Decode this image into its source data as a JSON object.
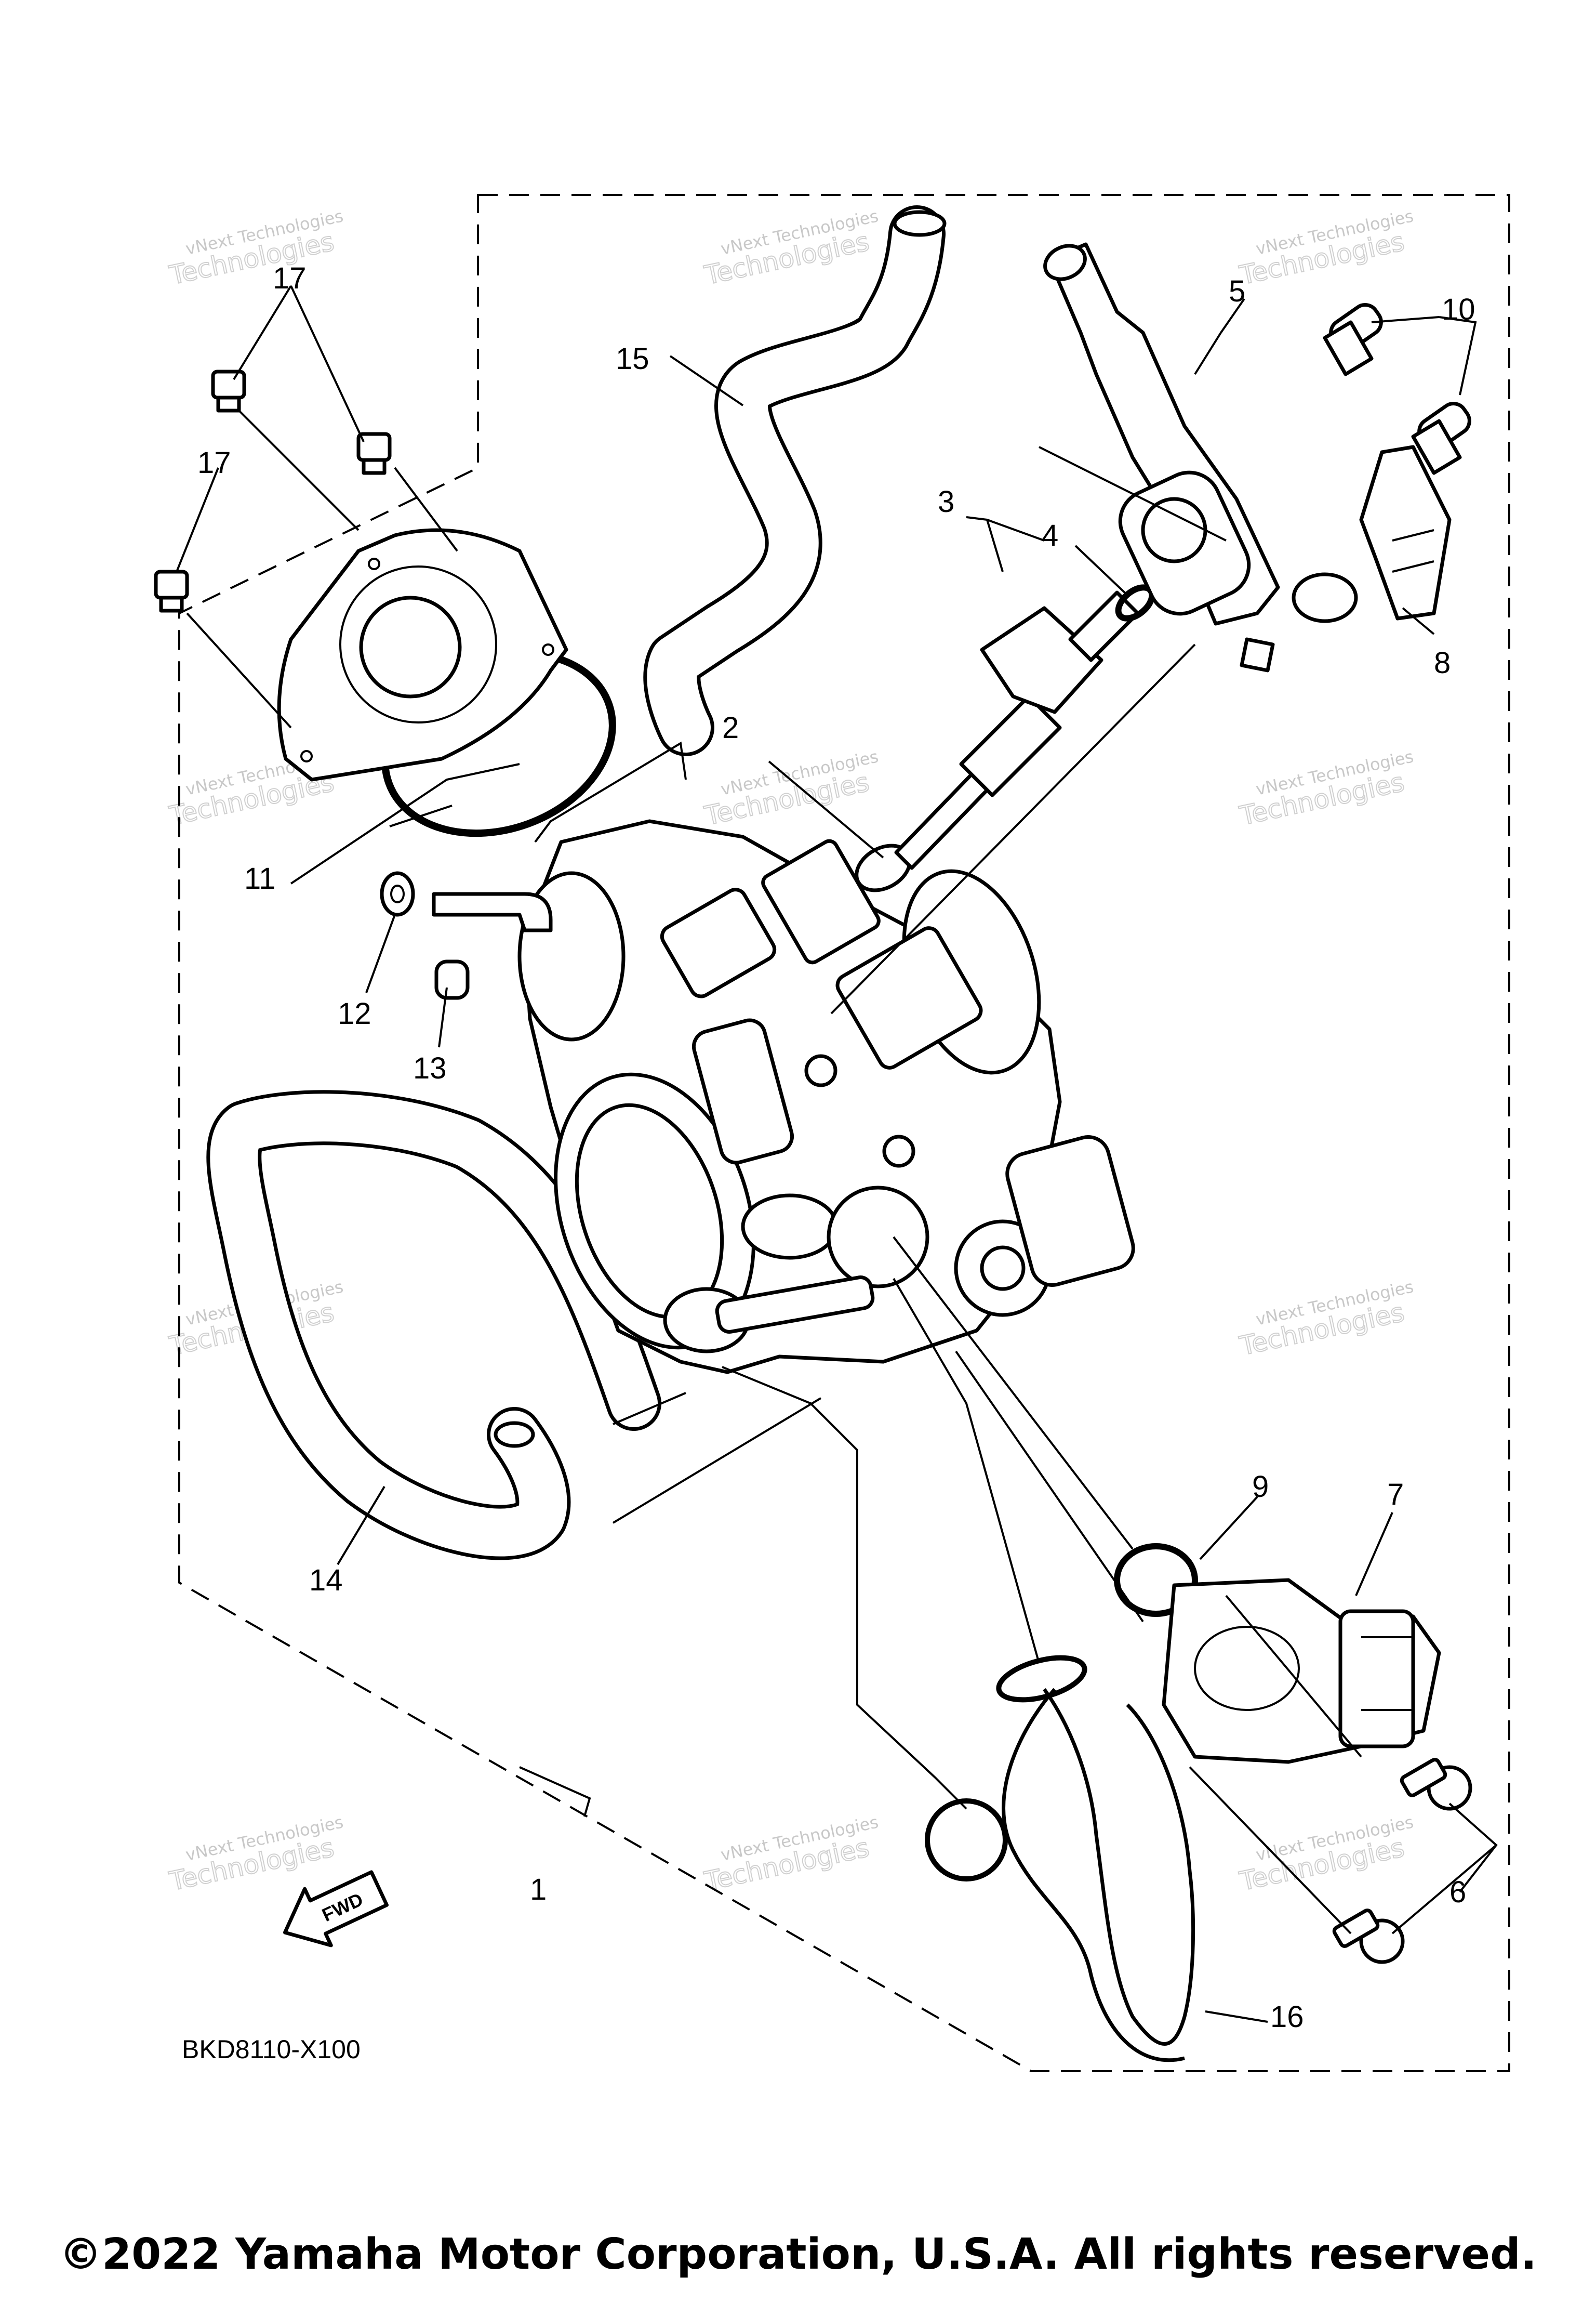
{
  "diagram": {
    "callouts": [
      {
        "id": "1",
        "text": "1"
      },
      {
        "id": "2",
        "text": "2"
      },
      {
        "id": "3",
        "text": "3"
      },
      {
        "id": "4",
        "text": "4"
      },
      {
        "id": "5",
        "text": "5"
      },
      {
        "id": "6",
        "text": "6"
      },
      {
        "id": "7",
        "text": "7"
      },
      {
        "id": "8",
        "text": "8"
      },
      {
        "id": "9",
        "text": "9"
      },
      {
        "id": "10",
        "text": "10"
      },
      {
        "id": "11",
        "text": "11"
      },
      {
        "id": "12",
        "text": "12"
      },
      {
        "id": "13",
        "text": "13"
      },
      {
        "id": "14",
        "text": "14"
      },
      {
        "id": "15",
        "text": "15"
      },
      {
        "id": "16",
        "text": "16"
      },
      {
        "id": "17a",
        "text": "17"
      },
      {
        "id": "17b",
        "text": "17"
      }
    ],
    "fwd_label": "FWD",
    "diagram_code": "BKD8110-X100",
    "watermark_line1": "vNext Technologies",
    "watermark_line2": "Technologies"
  },
  "footer": {
    "copyright": "©2022 Yamaha Motor Corporation, U.S.A. All rights reserved."
  }
}
